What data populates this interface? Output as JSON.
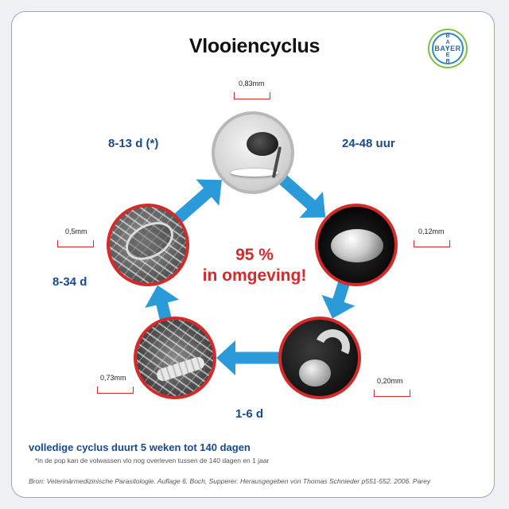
{
  "title": "Vlooiencyclus",
  "logo": {
    "horizontal": "BAYER",
    "vertical": "BAYER"
  },
  "center_text": {
    "line1": "95 %",
    "line2": "in omgeving!"
  },
  "stages": [
    {
      "id": "adult",
      "scale": "0,83mm"
    },
    {
      "id": "egg",
      "scale": "0,12mm"
    },
    {
      "id": "larva",
      "scale": "0,20mm"
    },
    {
      "id": "pupa-early",
      "scale": "0,73mm"
    },
    {
      "id": "pupa-late",
      "scale": "0,5mm"
    }
  ],
  "durations": {
    "adult_to_egg": "24-48 uur",
    "larva_to_pupa": "1-6 d",
    "pupa_development": "8-34 d",
    "pupa_to_adult": "8-13 d (*)"
  },
  "summary": "volledige cyclus duurt 5 weken tot 140 dagen",
  "footnote": "*in de pop kan de volwassen vlo nog overleven tussen de 140 dagen en 1 jaar",
  "source": "Bron: Veterinärmedizinische Parasitologie. Auflage 6. Boch, Supperer. Herausgegeben von Thomas Schnieder p551-552. 2006. Parey",
  "colors": {
    "arrow": "#2b9ad9",
    "accent_red": "#d42a2a",
    "label_blue": "#1b4a8a"
  }
}
